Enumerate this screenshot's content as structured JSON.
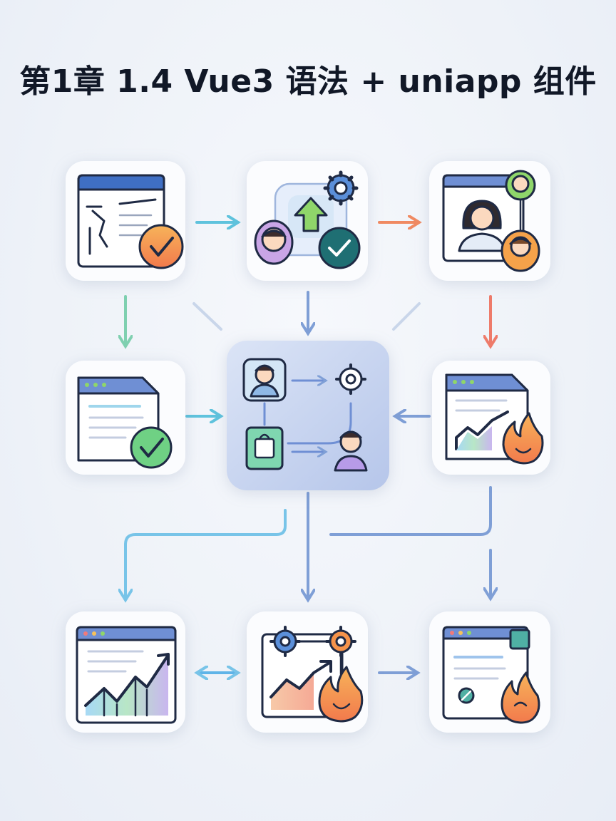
{
  "title": "第1章 1.4 Vue3 语法 + uniapp 组件",
  "colors": {
    "card": "#fbfcfe",
    "center_card": "#c7d3ee",
    "arrow_teal": "#5fc3dd",
    "arrow_orange": "#f08a62",
    "arrow_green": "#7fd0b0",
    "arrow_blue": "#7f9fd6",
    "arrow_red": "#ee7b6a",
    "outline": "#1f2a44"
  },
  "nodes": [
    {
      "id": "code-doc",
      "icon": "code-document-check-icon"
    },
    {
      "id": "component-upload",
      "icon": "user-upload-gear-icon"
    },
    {
      "id": "user-profiles",
      "icon": "user-profiles-icon"
    },
    {
      "id": "verified-doc",
      "icon": "document-check-icon"
    },
    {
      "id": "hub",
      "icon": "component-hub-icon"
    },
    {
      "id": "hot-trend",
      "icon": "trend-chart-fire-icon"
    },
    {
      "id": "growth-chart",
      "icon": "growth-chart-icon"
    },
    {
      "id": "hot-settings",
      "icon": "settings-chart-fire-icon"
    },
    {
      "id": "final-doc",
      "icon": "document-fire-icon"
    }
  ]
}
